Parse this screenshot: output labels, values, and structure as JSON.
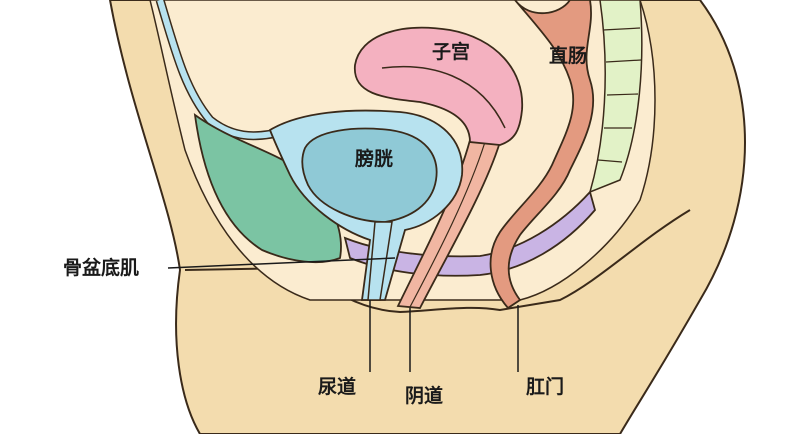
{
  "labels": {
    "uterus": "子宫",
    "rectum": "直肠",
    "bladder": "膀胱",
    "pelvic_floor": "骨盆底肌",
    "urethra": "尿道",
    "vagina": "阴道",
    "anus": "肛门"
  },
  "colors": {
    "skin": "#f3dcae",
    "skin_outline": "#3a2a1a",
    "uterus": "#f4b1c0",
    "rectum": "#e39a80",
    "bladder_outer": "#b7e2ef",
    "bladder_inner": "#8fc9d6",
    "muscle_green": "#7bc4a3",
    "pelvic_floor": "#c9b4e4",
    "spine": "#e2f2c7",
    "vagina": "#f1b6a2"
  }
}
